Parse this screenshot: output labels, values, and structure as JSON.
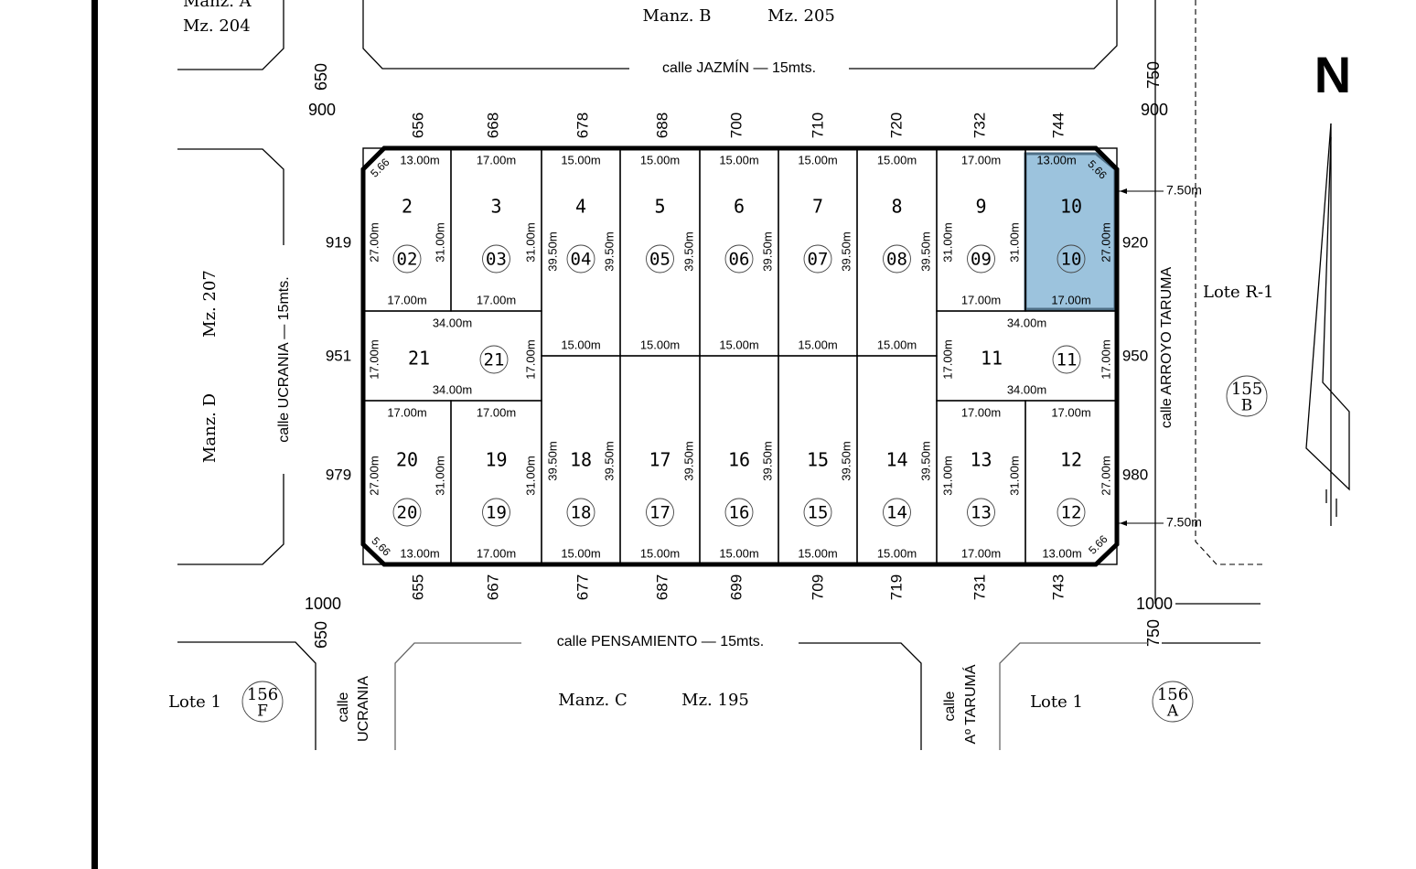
{
  "north_label": "N",
  "highlight_color": "#9cc3dd",
  "highlight_border": "#4f6f86",
  "highlighted_lot": "10",
  "blocks": {
    "manz_a": {
      "name": "Manz. A",
      "mz": "Mz. 204"
    },
    "manz_b": {
      "name": "Manz. B",
      "mz": "Mz. 205"
    },
    "manz_c": {
      "name": "Manz. C",
      "mz": "Mz. 195"
    },
    "manz_d": {
      "name": "Manz. D",
      "mz": "Mz. 207"
    }
  },
  "streets": {
    "jazmin": "calle JAZMÍN — 15mts.",
    "pensamiento": "calle PENSAMIENTO — 15mts.",
    "ucrania_west": "calle UCRANIA — 15mts.",
    "ucrania_south_1": "calle",
    "ucrania_south_2": "UCRANIA",
    "arroyo_taruma": "calle ARROYO TARUMA",
    "taruma_south_1": "calle",
    "taruma_south_2": "Aº TARUMÁ"
  },
  "corners": {
    "nw_x": "650",
    "nw_y": "900",
    "ne_x": "750",
    "ne_y": "900",
    "sw_x": "650",
    "sw_y": "1000",
    "se_x": "750",
    "se_y": "1000"
  },
  "frontage_top": [
    "656",
    "668",
    "678",
    "688",
    "700",
    "710",
    "720",
    "732",
    "744"
  ],
  "frontage_bottom": [
    "655",
    "667",
    "677",
    "687",
    "699",
    "709",
    "719",
    "731",
    "743"
  ],
  "depth_left": [
    "919",
    "951",
    "979"
  ],
  "depth_right": [
    "920",
    "950",
    "980"
  ],
  "offsets": [
    "7.50m",
    "7.50m"
  ],
  "chamfers": [
    "5.66",
    "5.66",
    "5.66",
    "5.66"
  ],
  "neighbors": {
    "lote_r1": "Lote R-1",
    "parcel_155b_num": "155",
    "parcel_155b_letter": "B",
    "lote1_west": "Lote 1",
    "parcel_156f_num": "156",
    "parcel_156f_letter": "F",
    "lote1_east": "Lote 1",
    "parcel_156a_num": "156",
    "parcel_156a_letter": "A"
  },
  "lots": [
    {
      "number": "2",
      "code": "02",
      "top": "13.00m",
      "bottom": "17.00m",
      "left": "27.00m",
      "right": "31.00m"
    },
    {
      "number": "3",
      "code": "03",
      "top": "17.00m",
      "bottom": "17.00m",
      "left": "",
      "right": "31.00m"
    },
    {
      "number": "4",
      "code": "04",
      "top": "15.00m",
      "bottom": "15.00m",
      "left": "39.50m",
      "right": "39.50m"
    },
    {
      "number": "5",
      "code": "05",
      "top": "15.00m",
      "bottom": "15.00m",
      "left": "",
      "right": "39.50m"
    },
    {
      "number": "6",
      "code": "06",
      "top": "15.00m",
      "bottom": "15.00m",
      "left": "",
      "right": "39.50m"
    },
    {
      "number": "7",
      "code": "07",
      "top": "15.00m",
      "bottom": "15.00m",
      "left": "",
      "right": "39.50m"
    },
    {
      "number": "8",
      "code": "08",
      "top": "15.00m",
      "bottom": "15.00m",
      "left": "",
      "right": "39.50m"
    },
    {
      "number": "9",
      "code": "09",
      "top": "17.00m",
      "bottom": "17.00m",
      "left": "31.00m",
      "right": "31.00m"
    },
    {
      "number": "10",
      "code": "10",
      "top": "13.00m",
      "bottom": "17.00m",
      "left": "",
      "right": "27.00m"
    },
    {
      "number": "21",
      "code": "21",
      "top": "34.00m",
      "bottom": "34.00m",
      "left": "17.00m",
      "right": "17.00m"
    },
    {
      "number": "11",
      "code": "11",
      "top": "34.00m",
      "bottom": "34.00m",
      "left": "17.00m",
      "right": "17.00m"
    },
    {
      "number": "20",
      "code": "20",
      "top": "17.00m",
      "bottom": "13.00m",
      "left": "27.00m",
      "right": "31.00m"
    },
    {
      "number": "19",
      "code": "19",
      "top": "17.00m",
      "bottom": "17.00m",
      "left": "",
      "right": "31.00m"
    },
    {
      "number": "18",
      "code": "18",
      "top": "",
      "bottom": "15.00m",
      "left": "39.50m",
      "right": "39.50m"
    },
    {
      "number": "17",
      "code": "17",
      "top": "",
      "bottom": "15.00m",
      "left": "",
      "right": "39.50m"
    },
    {
      "number": "16",
      "code": "16",
      "top": "",
      "bottom": "15.00m",
      "left": "",
      "right": "39.50m"
    },
    {
      "number": "15",
      "code": "15",
      "top": "",
      "bottom": "15.00m",
      "left": "",
      "right": "39.50m"
    },
    {
      "number": "14",
      "code": "14",
      "top": "",
      "bottom": "15.00m",
      "left": "",
      "right": "39.50m"
    },
    {
      "number": "13",
      "code": "13",
      "top": "17.00m",
      "bottom": "17.00m",
      "left": "31.00m",
      "right": "31.00m"
    },
    {
      "number": "12",
      "code": "12",
      "top": "17.00m",
      "bottom": "13.00m",
      "left": "",
      "right": "27.00m"
    }
  ]
}
